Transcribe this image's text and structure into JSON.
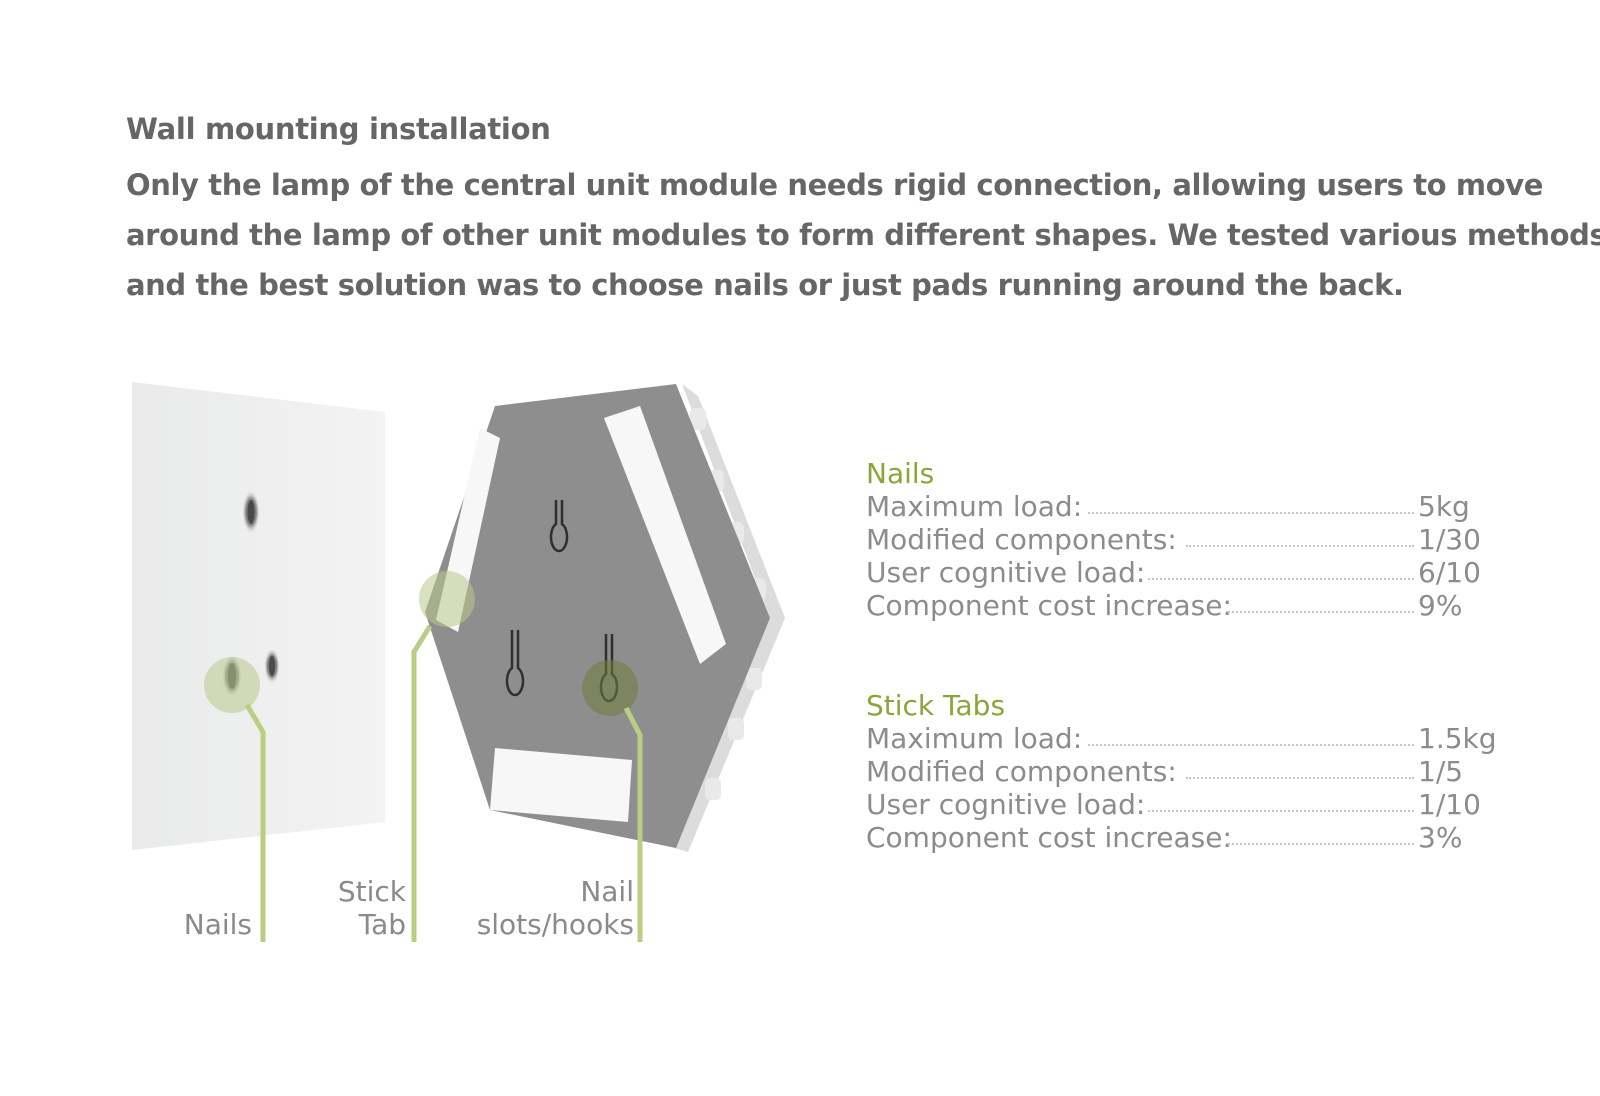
{
  "title": "Wall mounting installation",
  "description": [
    "Only the lamp of the central unit module needs rigid connection, allowing users to move",
    "around the lamp of other unit modules to form different shapes. We tested various methods,",
    "and the best solution was to choose nails or just pads running around the back."
  ],
  "figure": {
    "callouts": {
      "nails": "Nails",
      "stick_tab": [
        "Stick",
        "Tab"
      ],
      "nail_slots": [
        "Nail",
        "slots/hooks"
      ]
    },
    "colors": {
      "accent": "#8aa63a",
      "panel": "#8e8e8e",
      "wall": "#eeeeee"
    }
  },
  "specs": [
    {
      "name": "Nails",
      "rows": [
        {
          "label": "Maximum load:",
          "value": "5kg"
        },
        {
          "label": "Modified components:",
          "value": "1/30"
        },
        {
          "label": "User cognitive load:",
          "value": "6/10"
        },
        {
          "label": "Component cost increase:",
          "value": "9%"
        }
      ]
    },
    {
      "name": "Stick Tabs",
      "rows": [
        {
          "label": "Maximum load:",
          "value": "1.5kg"
        },
        {
          "label": "Modified components:",
          "value": "1/5"
        },
        {
          "label": "User cognitive load:",
          "value": "1/10"
        },
        {
          "label": "Component cost increase:",
          "value": "3%"
        }
      ]
    }
  ]
}
